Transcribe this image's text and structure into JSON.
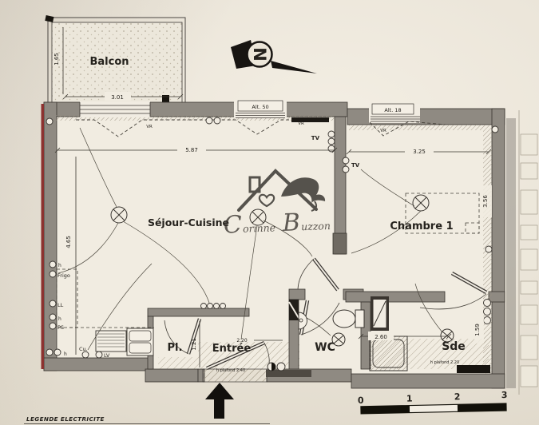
{
  "rooms": {
    "balcon": "Balcon",
    "sejour": "Séjour-Cuisine",
    "chambre": "Chambre 1",
    "placard": "Pl.",
    "entree": "Entrée",
    "wc": "WC",
    "sde": "Sde"
  },
  "dimensions": {
    "balcon_depth": "1.65",
    "balcon_width": "3.01",
    "sejour_width": "5.87",
    "sejour_height": "4.65",
    "chambre_width": "3.25",
    "chambre_depth": "3.56",
    "sde_width": "2.60",
    "sde_depth": "1.59",
    "entree_depth": "1.21",
    "entree_width": "2.20"
  },
  "windows": {
    "alt50": "Alt. 50",
    "alt18": "Alt. 18"
  },
  "annotations": {
    "vr": "VR",
    "tv": "TV",
    "frigo": "Frigo",
    "ll": "LL",
    "ps": "PS",
    "lv": "LV",
    "cu": "Cu.",
    "h": "h",
    "ceiling_entree": "h plafond 2.40",
    "ceiling_sde": "h plafond 2.20"
  },
  "compass": {
    "north": "N"
  },
  "watermark": {
    "first_name": "Corinne",
    "last_name": "Buzzon"
  },
  "legend": {
    "title": "LEGENDE ELECTRICITE"
  },
  "scale_bar": {
    "ticks": [
      "0",
      "1",
      "2",
      "3"
    ]
  },
  "colors": {
    "wall": "#8f8a82",
    "paper": "#eae4d8",
    "outer_red": "#8c3230",
    "ink": "#37332e"
  }
}
